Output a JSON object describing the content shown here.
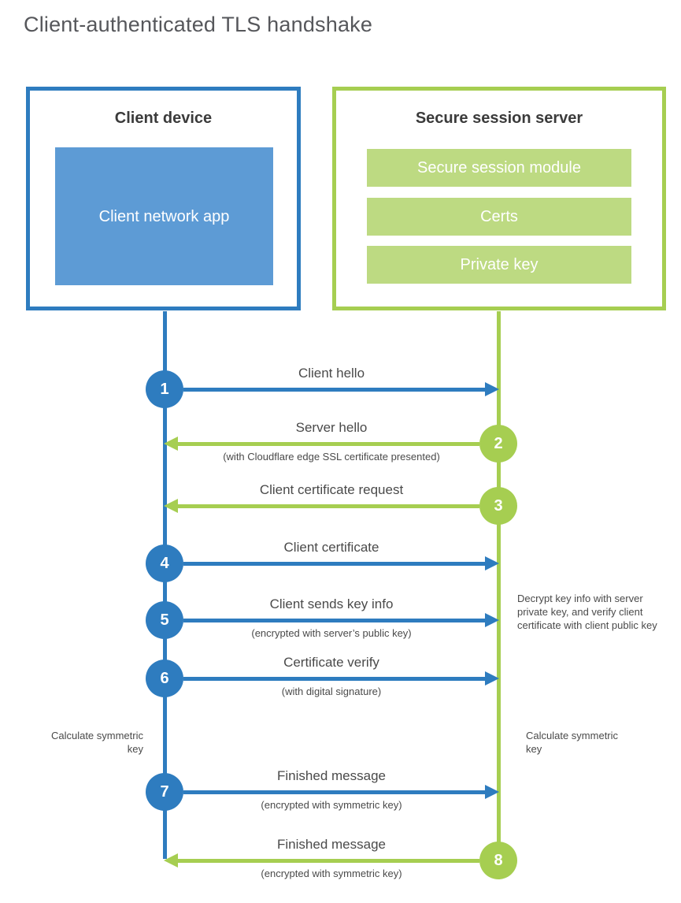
{
  "title": "Client-authenticated TLS handshake",
  "colors": {
    "blue": "#2E7CBF",
    "blue_fill": "#5D9BD5",
    "green": "#A6CE51",
    "green_fill": "#BDDA82",
    "text": "#4A4A4A"
  },
  "client_box": {
    "title": "Client device",
    "inner_label": "Client network app"
  },
  "server_box": {
    "title": "Secure session server",
    "modules": [
      "Secure session module",
      "Certs",
      "Private key"
    ]
  },
  "steps": [
    {
      "num": "1",
      "label": "Client hello",
      "sub": "",
      "direction": "right",
      "color": "blue"
    },
    {
      "num": "2",
      "label": "Server hello",
      "sub": "(with Cloudflare edge SSL certificate presented)",
      "direction": "left",
      "color": "green"
    },
    {
      "num": "3",
      "label": "Client certificate request",
      "sub": "",
      "direction": "left",
      "color": "green"
    },
    {
      "num": "4",
      "label": "Client certificate",
      "sub": "",
      "direction": "right",
      "color": "blue"
    },
    {
      "num": "5",
      "label": "Client sends key info",
      "sub": "(encrypted with server’s public key)",
      "direction": "right",
      "color": "blue"
    },
    {
      "num": "6",
      "label": "Certificate verify",
      "sub": "(with digital signature)",
      "direction": "right",
      "color": "blue"
    },
    {
      "num": "7",
      "label": "Finished message",
      "sub": "(encrypted with symmetric key)",
      "direction": "right",
      "color": "blue"
    },
    {
      "num": "8",
      "label": "Finished message",
      "sub": "(encrypted with symmetric key)",
      "direction": "left",
      "color": "green"
    }
  ],
  "annotations": {
    "decrypt_note": "Decrypt key info with server private key, and verify client certificate with client public key",
    "calculate_left": "Calculate symmetric key",
    "calculate_right": "Calculate symmetric key"
  }
}
